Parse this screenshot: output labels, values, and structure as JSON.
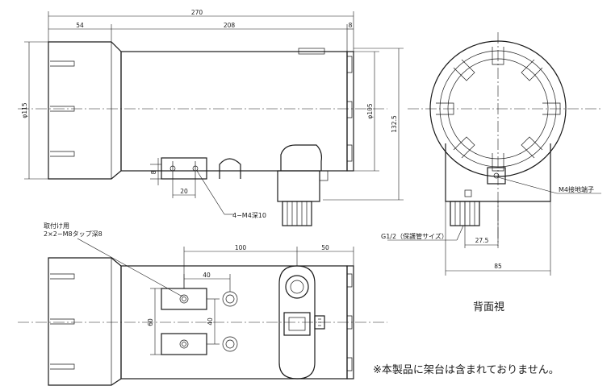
{
  "dimensions": {
    "overall_length": "270",
    "front_length": "54",
    "body_length": "208",
    "rear_cap": "8",
    "front_diameter": "φ115",
    "body_diameter": "φ105",
    "height": "132.5",
    "bracket_height": "8",
    "bracket_width": "20",
    "mount_spacing_long": "100",
    "rear_offset": "50",
    "hole_pitch_x": "40",
    "hole_pitch_y_outer": "60",
    "hole_pitch_y_inner": "40",
    "rear_offset_x": "27.5",
    "rear_width": "85"
  },
  "labels": {
    "ground_bolt_holes": "4−M4深10",
    "mount_tap_line1": "取付け用",
    "mount_tap_line2": "2×2−M8タップ深8",
    "ground_terminal": "M4接地端子",
    "conduit": "G1/2（保護管サイズ）",
    "rear_view": "背面視",
    "note": "※本製品に架台は含まれておりません。"
  }
}
